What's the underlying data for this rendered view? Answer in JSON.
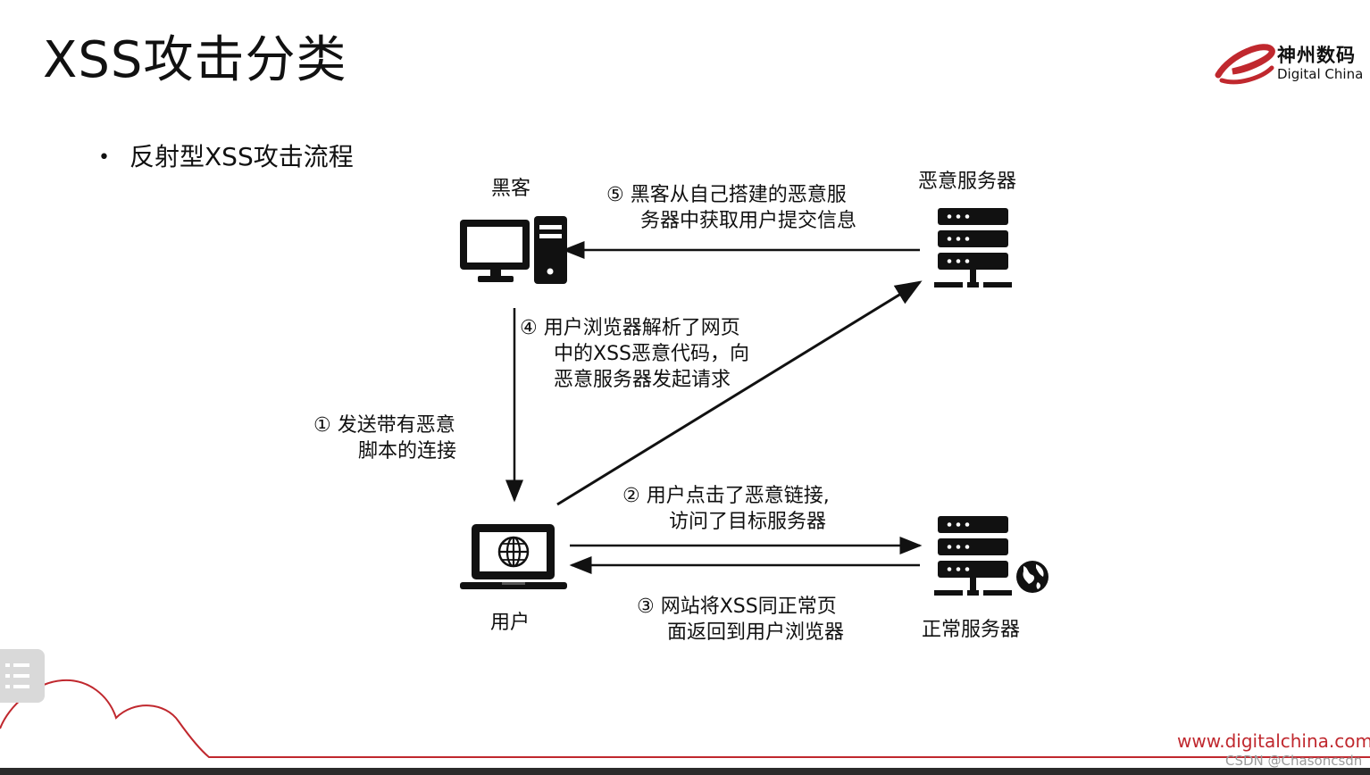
{
  "slide": {
    "title": "XSS攻击分类",
    "bullet": "反射型XSS攻击流程"
  },
  "logo": {
    "cn": "神州数码",
    "en": "Digital China"
  },
  "nodes": {
    "hacker": "黑客",
    "malicious_server": "恶意服务器",
    "user": "用户",
    "normal_server": "正常服务器"
  },
  "steps": {
    "s1": {
      "num": "①",
      "line1": "发送带有恶意",
      "line2": "脚本的连接"
    },
    "s2": {
      "num": "②",
      "line1": "用户点击了恶意链接,",
      "line2": "访问了目标服务器"
    },
    "s3": {
      "num": "③",
      "line1": "网站将XSS同正常页",
      "line2": "面返回到用户浏览器"
    },
    "s4": {
      "num": "④",
      "line1": "用户浏览器解析了网页",
      "line2": "中的XSS恶意代码，向",
      "line3": "恶意服务器发起请求"
    },
    "s5": {
      "num": "⑤",
      "line1": "黑客从自己搭建的恶意服",
      "line2": "务器中获取用户提交信息"
    }
  },
  "footer": {
    "url": "www.digitalchina.com",
    "watermark": "CSDN @Chasoncsdn"
  },
  "icons": [
    "desktop-computer-icon",
    "server-icon",
    "laptop-globe-icon",
    "web-server-globe-icon",
    "menu-icon",
    "digital-china-logo"
  ],
  "colors": {
    "brand_red": "#c0282e",
    "icon_black": "#111111",
    "arrow": "#111111"
  }
}
